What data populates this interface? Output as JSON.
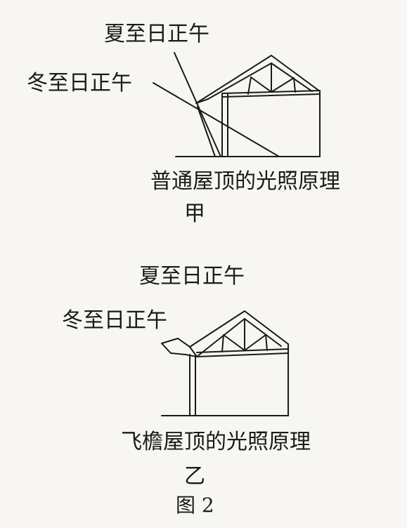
{
  "panel_a": {
    "summer_label": "夏至日正午",
    "winter_label": "冬至日正午",
    "caption": "普通屋顶的光照原理",
    "letter": "甲"
  },
  "panel_b": {
    "summer_label": "夏至日正午",
    "winter_label": "冬至日正午",
    "caption": "飞檐屋顶的光照原理",
    "letter": "乙"
  },
  "figure_label": "图 2",
  "colors": {
    "ink": "#1a1a1a",
    "paper": "#f7f6f2"
  }
}
